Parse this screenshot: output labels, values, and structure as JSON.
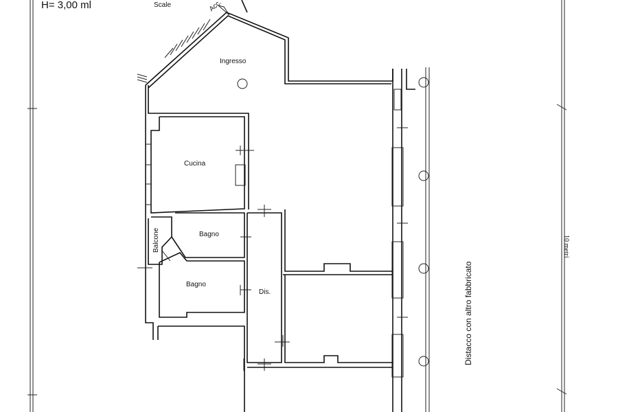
{
  "header": {
    "height_label": "H= 3,00 ml"
  },
  "rooms": {
    "stairs": "Scale",
    "entrance": "Ingresso",
    "kitchen": "Cucina",
    "bath1": "Bagno",
    "bath2": "Bagno",
    "balcony": "Balcone",
    "hallway": "Dis.",
    "access": "Acc."
  },
  "notes": {
    "distance": "Distacco con altro fabbricato",
    "dimension": "10 metri"
  }
}
